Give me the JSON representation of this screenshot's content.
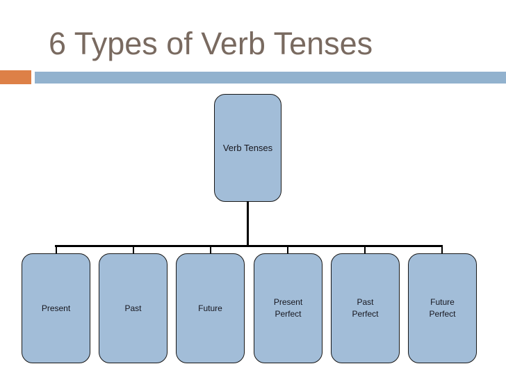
{
  "slide": {
    "title": "6 Types of Verb Tenses"
  },
  "colors": {
    "background": "#FFFFFF",
    "title_text": "#796A60",
    "accent_orange": "#DD8047",
    "accent_blue": "#92B2CE",
    "node_fill": "#A2BDD8",
    "node_border": "#161616",
    "node_text": "#16161E",
    "connector": "#000000"
  },
  "diagram": {
    "type": "org-chart",
    "root": {
      "label": "Verb Tenses"
    },
    "leaves": [
      {
        "label": "Present",
        "line1": "Present",
        "line2": ""
      },
      {
        "label": "Past",
        "line1": "Past",
        "line2": ""
      },
      {
        "label": "Future",
        "line1": "Future",
        "line2": ""
      },
      {
        "label": "Present Perfect",
        "line1": "Present",
        "line2": "Perfect"
      },
      {
        "label": "Past Perfect",
        "line1": "Past",
        "line2": "Perfect"
      },
      {
        "label": "Future Perfect",
        "line1": "Future",
        "line2": "Perfect"
      }
    ]
  }
}
